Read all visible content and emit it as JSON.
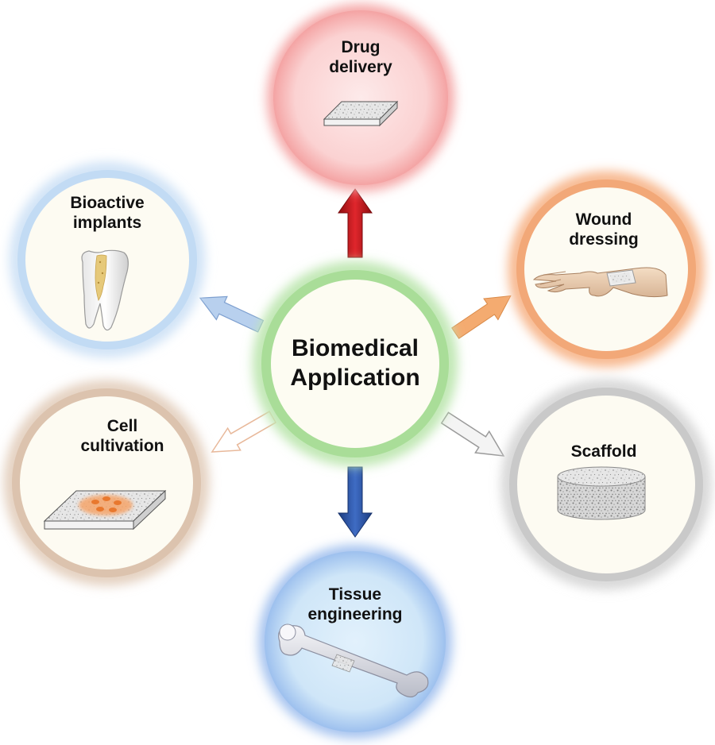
{
  "center": {
    "line1": "Biomedical",
    "line2": "Application",
    "ring_color": "#9fd98e",
    "fill_color": "#fdfcf2"
  },
  "nodes": [
    {
      "id": "drug-delivery",
      "line1": "Drug",
      "line2": "delivery",
      "glow_color": "#f59d9d",
      "fill_color": "#fde6e6",
      "arrow_color": "#c0141a",
      "icon": "porous-sheet-icon"
    },
    {
      "id": "wound-dressing",
      "line1": "Wound",
      "line2": "dressing",
      "glow_color": "#f4a876",
      "fill_color": "#fdfbf2",
      "arrow_color": "#f2a66a",
      "icon": "bandaged-hand-icon"
    },
    {
      "id": "scaffold",
      "line1": "Scaffold",
      "line2": "",
      "glow_color": "#c9c9c9",
      "fill_color": "#fdfbf2",
      "arrow_color": "#d9d9d9",
      "icon": "porous-cylinder-icon"
    },
    {
      "id": "tissue-engineering",
      "line1": "Tissue",
      "line2": "engineering",
      "glow_color": "#8fb2ea",
      "fill_color": "#d8ebfa",
      "arrow_color": "#2450a0",
      "icon": "femur-bone-icon"
    },
    {
      "id": "cell-cultivation",
      "line1": "Cell",
      "line2": "cultivation",
      "glow_color": "#d9c2ac",
      "fill_color": "#fdfbf2",
      "arrow_color": "#f6cfb4",
      "icon": "cell-culture-sheet-icon"
    },
    {
      "id": "bioactive-implants",
      "line1": "Bioactive",
      "line2": "implants",
      "glow_color": "#bcd7f2",
      "fill_color": "#fdfbf2",
      "arrow_color": "#9fbde4",
      "icon": "tooth-implant-icon"
    }
  ]
}
